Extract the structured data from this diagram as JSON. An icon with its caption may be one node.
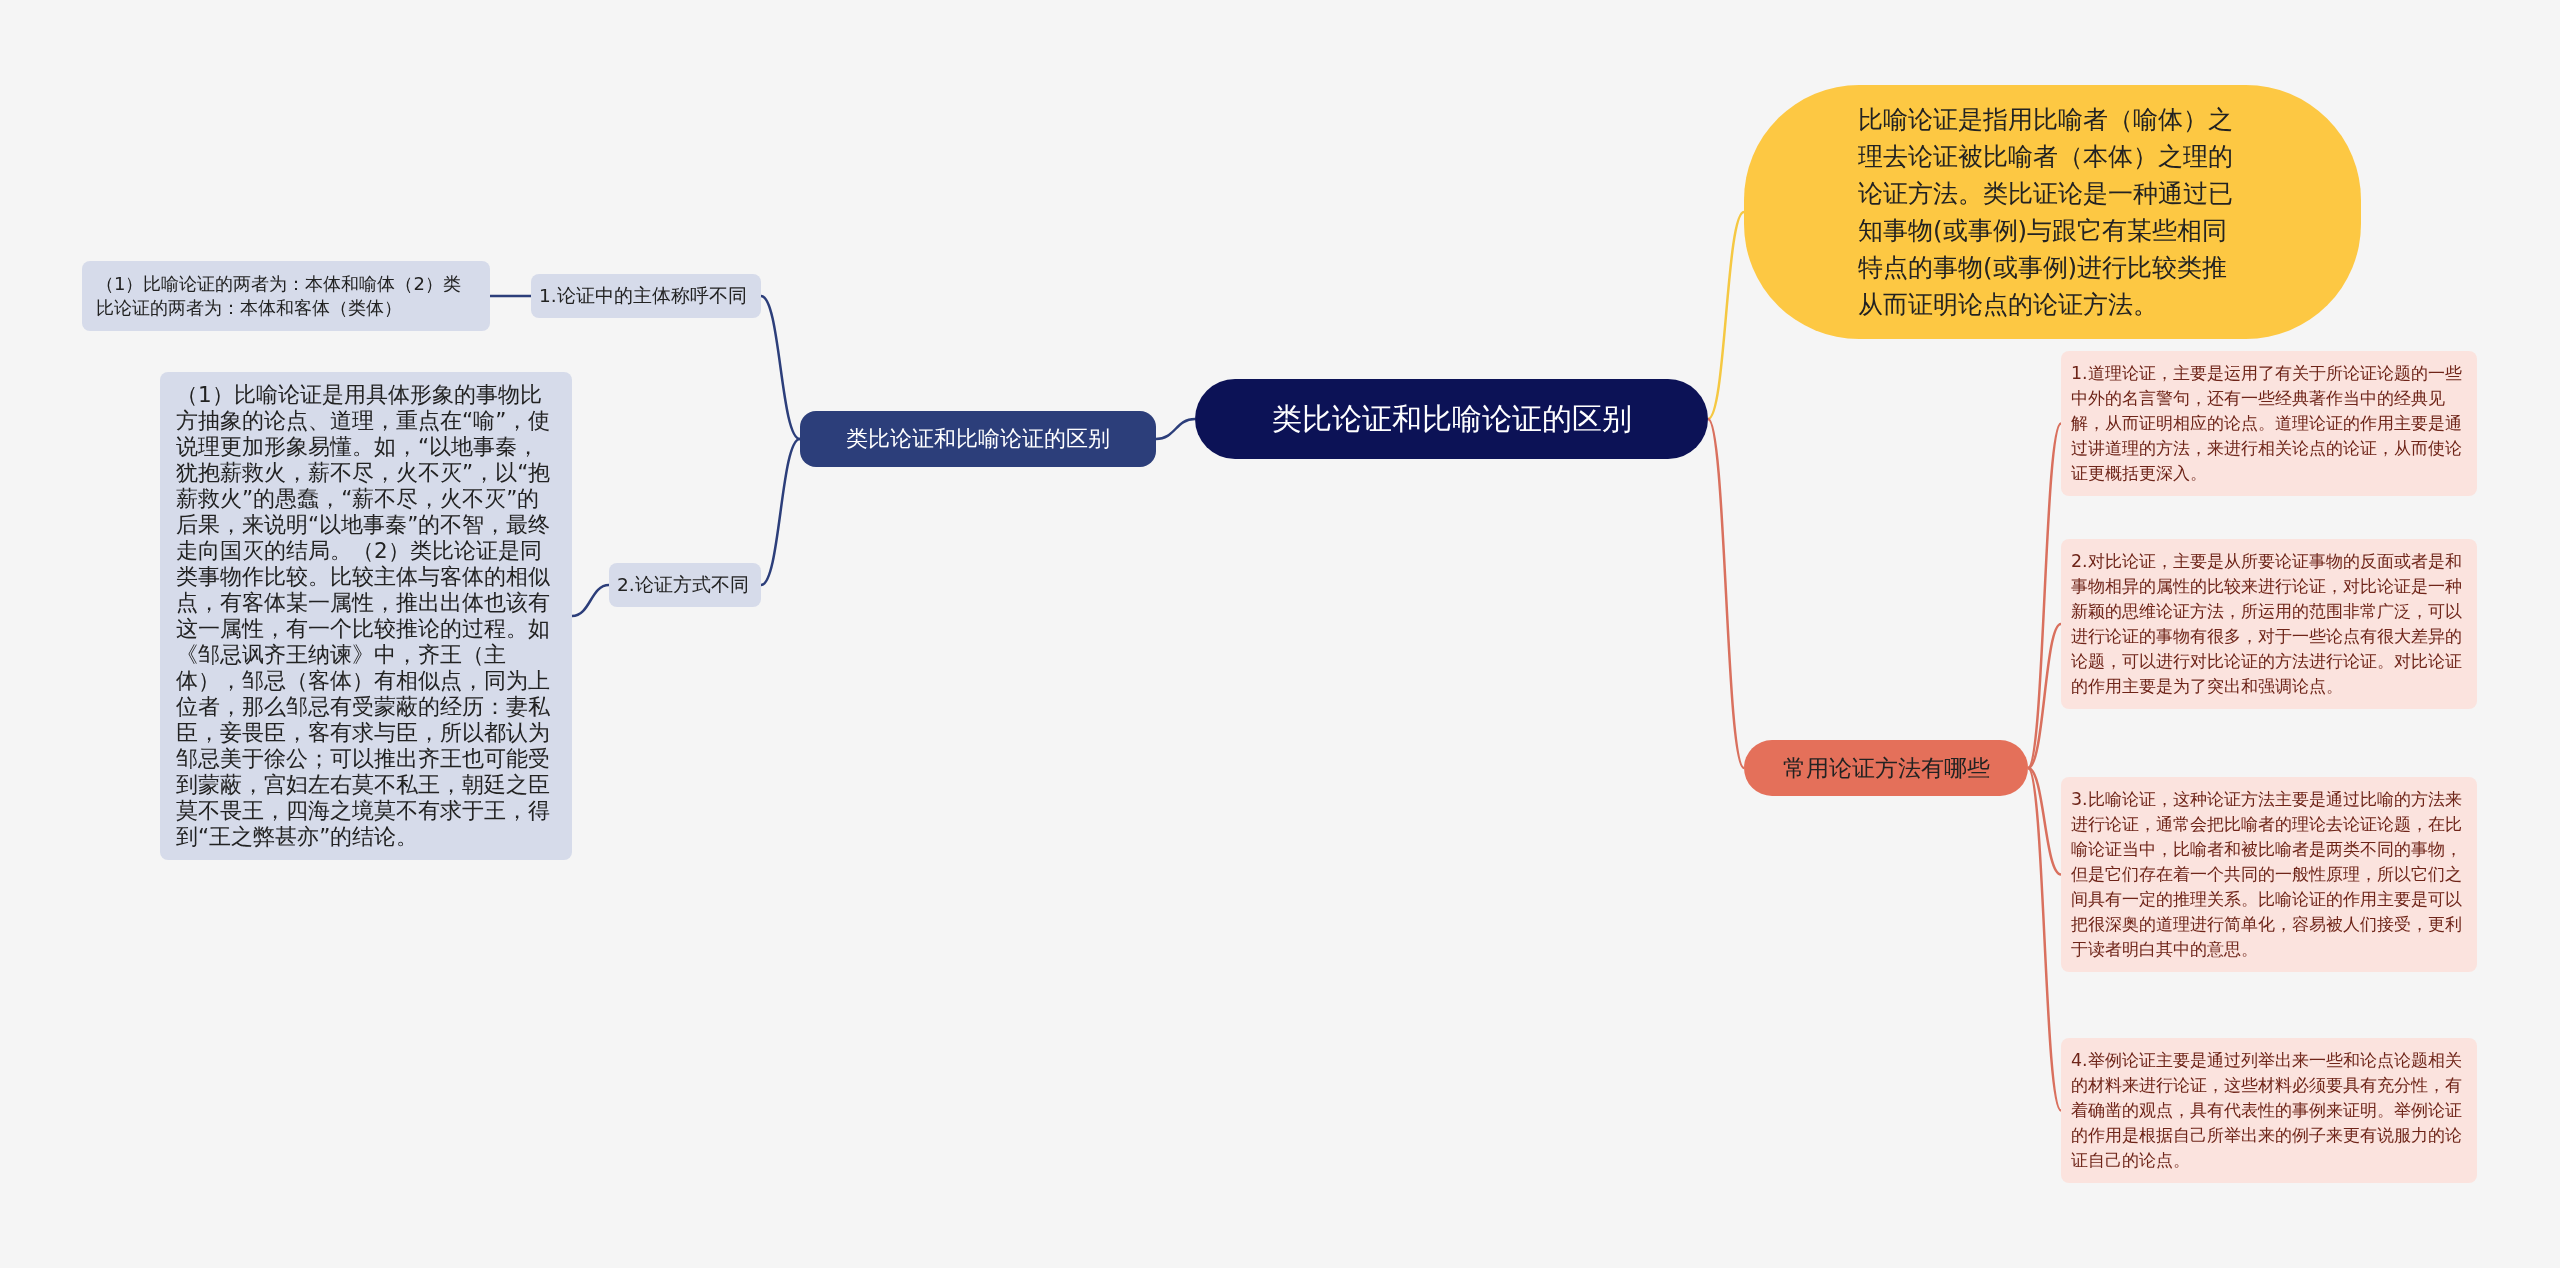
{
  "diagram": {
    "nodes": [
      {
        "text": [
          "类比论证和比喻论证的区别"
        ]
      },
      {
        "text": [
          "比喻论证是指用比喻者（喻体）之理去论证被比喻者（本体）之理的论证方法。类比证论是一种通过已知事物(或事例)与跟它有某些相同特点的事物(或事例)进行比较类推从而证明论点的论证方法。"
        ]
      },
      {
        "text": [
          "类比论证和比喻论证的区别"
        ]
      },
      {
        "text": [
          "1.论证中的主体称呼不同"
        ]
      },
      {
        "text": [
          "（1）比喻论证的两者为：本体和喻体（2）类比论证的两者为：本体和客体（类体）"
        ]
      },
      {
        "text": [
          "2.论证方式不同"
        ]
      },
      {
        "text": [
          "（1）比喻论证是用具体形象的事物比方抽象的论点、道理，重点在“喻”，使说理更加形象易懂。如，“以地事秦，犹抱薪救火，薪不尽，火不灭”，以“抱薪救火”的愚蠢，“薪不尽，火不灭”的后果，来说明“以地事秦”的不智，最终走向国灭的结局。（2）类比论证是同类事物作比较。比较主体与客体的相似点，有客体某一属性，推出出体也该有这一属性，有一个比较推论的过程。如《邹忌讽齐王纳谏》中，齐王（主体），邹忌（客体）有相似点，同为上位者，那么邹忌有受蒙蔽的经历：妻私臣，妾畏臣，客有求与臣，所以都认为邹忌美于徐公；可以推出齐王也可能受到蒙蔽，宫妇左右莫不私王，朝廷之臣莫不畏王，四海之境莫不有求于王，得到“王之弊甚亦”的结论。"
        ]
      },
      {
        "text": [
          "常用论证方法有哪些"
        ]
      },
      {
        "text": [
          "1.道理论证，主要是运用了有关于所论证论题的一些中外的名言警句，还有一些经典著作当中的经典见解，从而证明相应的论点。道理论证的作用主要是通过讲道理的方法，来进行相关论点的论证，从而使论证更概括更深入。"
        ]
      },
      {
        "text": [
          "2.对比论证，主要是从所要论证事物的反面或者是和事物相异的属性的比较来进行论证，对比论证是一种新颖的思维论证方法，所运用的范围非常广泛，可以进行论证的事物有很多，对于一些论点有很大差异的论题，可以进行对比论证的方法进行论证。对比论证的作用主要是为了突出和强调论点。"
        ]
      },
      {
        "text": [
          "3.比喻论证，这种论证方法主要是通过比喻的方法来进行论证，通常会把比喻者的理论去论证论题，在比喻论证当中，比喻者和被比喻者是两类不同的事物，但是它们存在着一个共同的一般性原理，所以它们之间具有一定的推理关系。比喻论证的作用主要是可以把很深奥的道理进行简单化，容易被人们接受，更利于读者明白其中的意思。"
        ]
      },
      {
        "text": [
          "4.举例论证主要是通过列举出来一些和论点论题相关的材料来进行论证，这些材料必须要具有充分性，有着确凿的观点，具有代表性的事例来证明。举例论证的作用是根据自己所举出来的例子来更有说服力的论证自己的论点。"
        ]
      }
    ],
    "edges": [
      {
        "from": 0,
        "to": 1,
        "arrow": "none",
        "color": "#f5c842"
      },
      {
        "from": 0,
        "to": 2,
        "arrow": "none",
        "color": "#2c3e7a"
      },
      {
        "from": 2,
        "to": 3,
        "arrow": "none",
        "color": "#2c3e7a"
      },
      {
        "from": 3,
        "to": 4,
        "arrow": "none",
        "color": "#2c3e7a"
      },
      {
        "from": 2,
        "to": 5,
        "arrow": "none",
        "color": "#2c3e7a"
      },
      {
        "from": 5,
        "to": 6,
        "arrow": "none",
        "color": "#2c3e7a"
      },
      {
        "from": 0,
        "to": 7,
        "arrow": "none",
        "color": "#d9705e"
      },
      {
        "from": 7,
        "to": 8,
        "arrow": "none",
        "color": "#d9705e"
      },
      {
        "from": 7,
        "to": 9,
        "arrow": "none",
        "color": "#d9705e"
      },
      {
        "from": 7,
        "to": 10,
        "arrow": "none",
        "color": "#d9705e"
      },
      {
        "from": 7,
        "to": 11,
        "arrow": "none",
        "color": "#d9705e"
      }
    ]
  }
}
